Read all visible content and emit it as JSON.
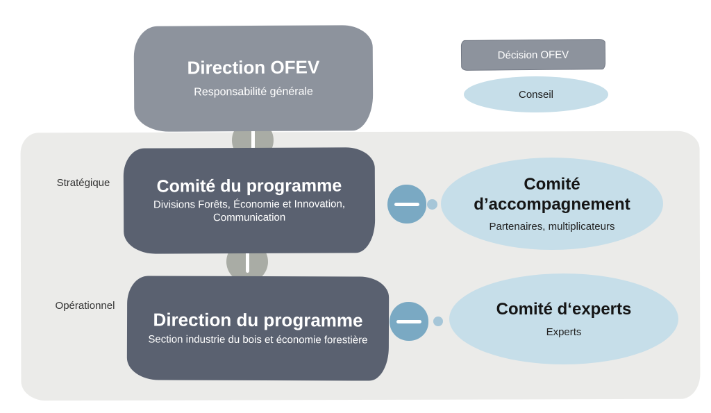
{
  "nodes": {
    "direction_ofev": {
      "title": "Direction OFEV",
      "subtitle": "Responsabilité générale"
    },
    "comite_programme": {
      "title": "Comité du programme",
      "subtitle": "Divisions Forêts, Économie et Innovation, Communication"
    },
    "comite_accompagnement": {
      "title": "Comité d’accompagnement",
      "subtitle": "Partenaires, multiplicateurs"
    },
    "direction_programme": {
      "title": "Direction du programme",
      "subtitle": "Section industrie du bois et économie forestière"
    },
    "comite_experts": {
      "title": "Comité d‘experts",
      "subtitle": "Experts"
    }
  },
  "levels": {
    "strategic_label": "Stratégique",
    "operational_label": "Opérationnel"
  },
  "legend": {
    "decision_label": "Décision OFEV",
    "conseil_label": "Conseil"
  },
  "colors": {
    "decision_gray": "#8D939D",
    "dark_slate": "#5A6170",
    "panel_gray": "#EBEBE9",
    "conseil_blue": "#C6DEE9",
    "connector_blue": "#7AA9C3",
    "connector_dot_blue": "#A6C6D8",
    "connector_gray": "#A9ACA5"
  }
}
